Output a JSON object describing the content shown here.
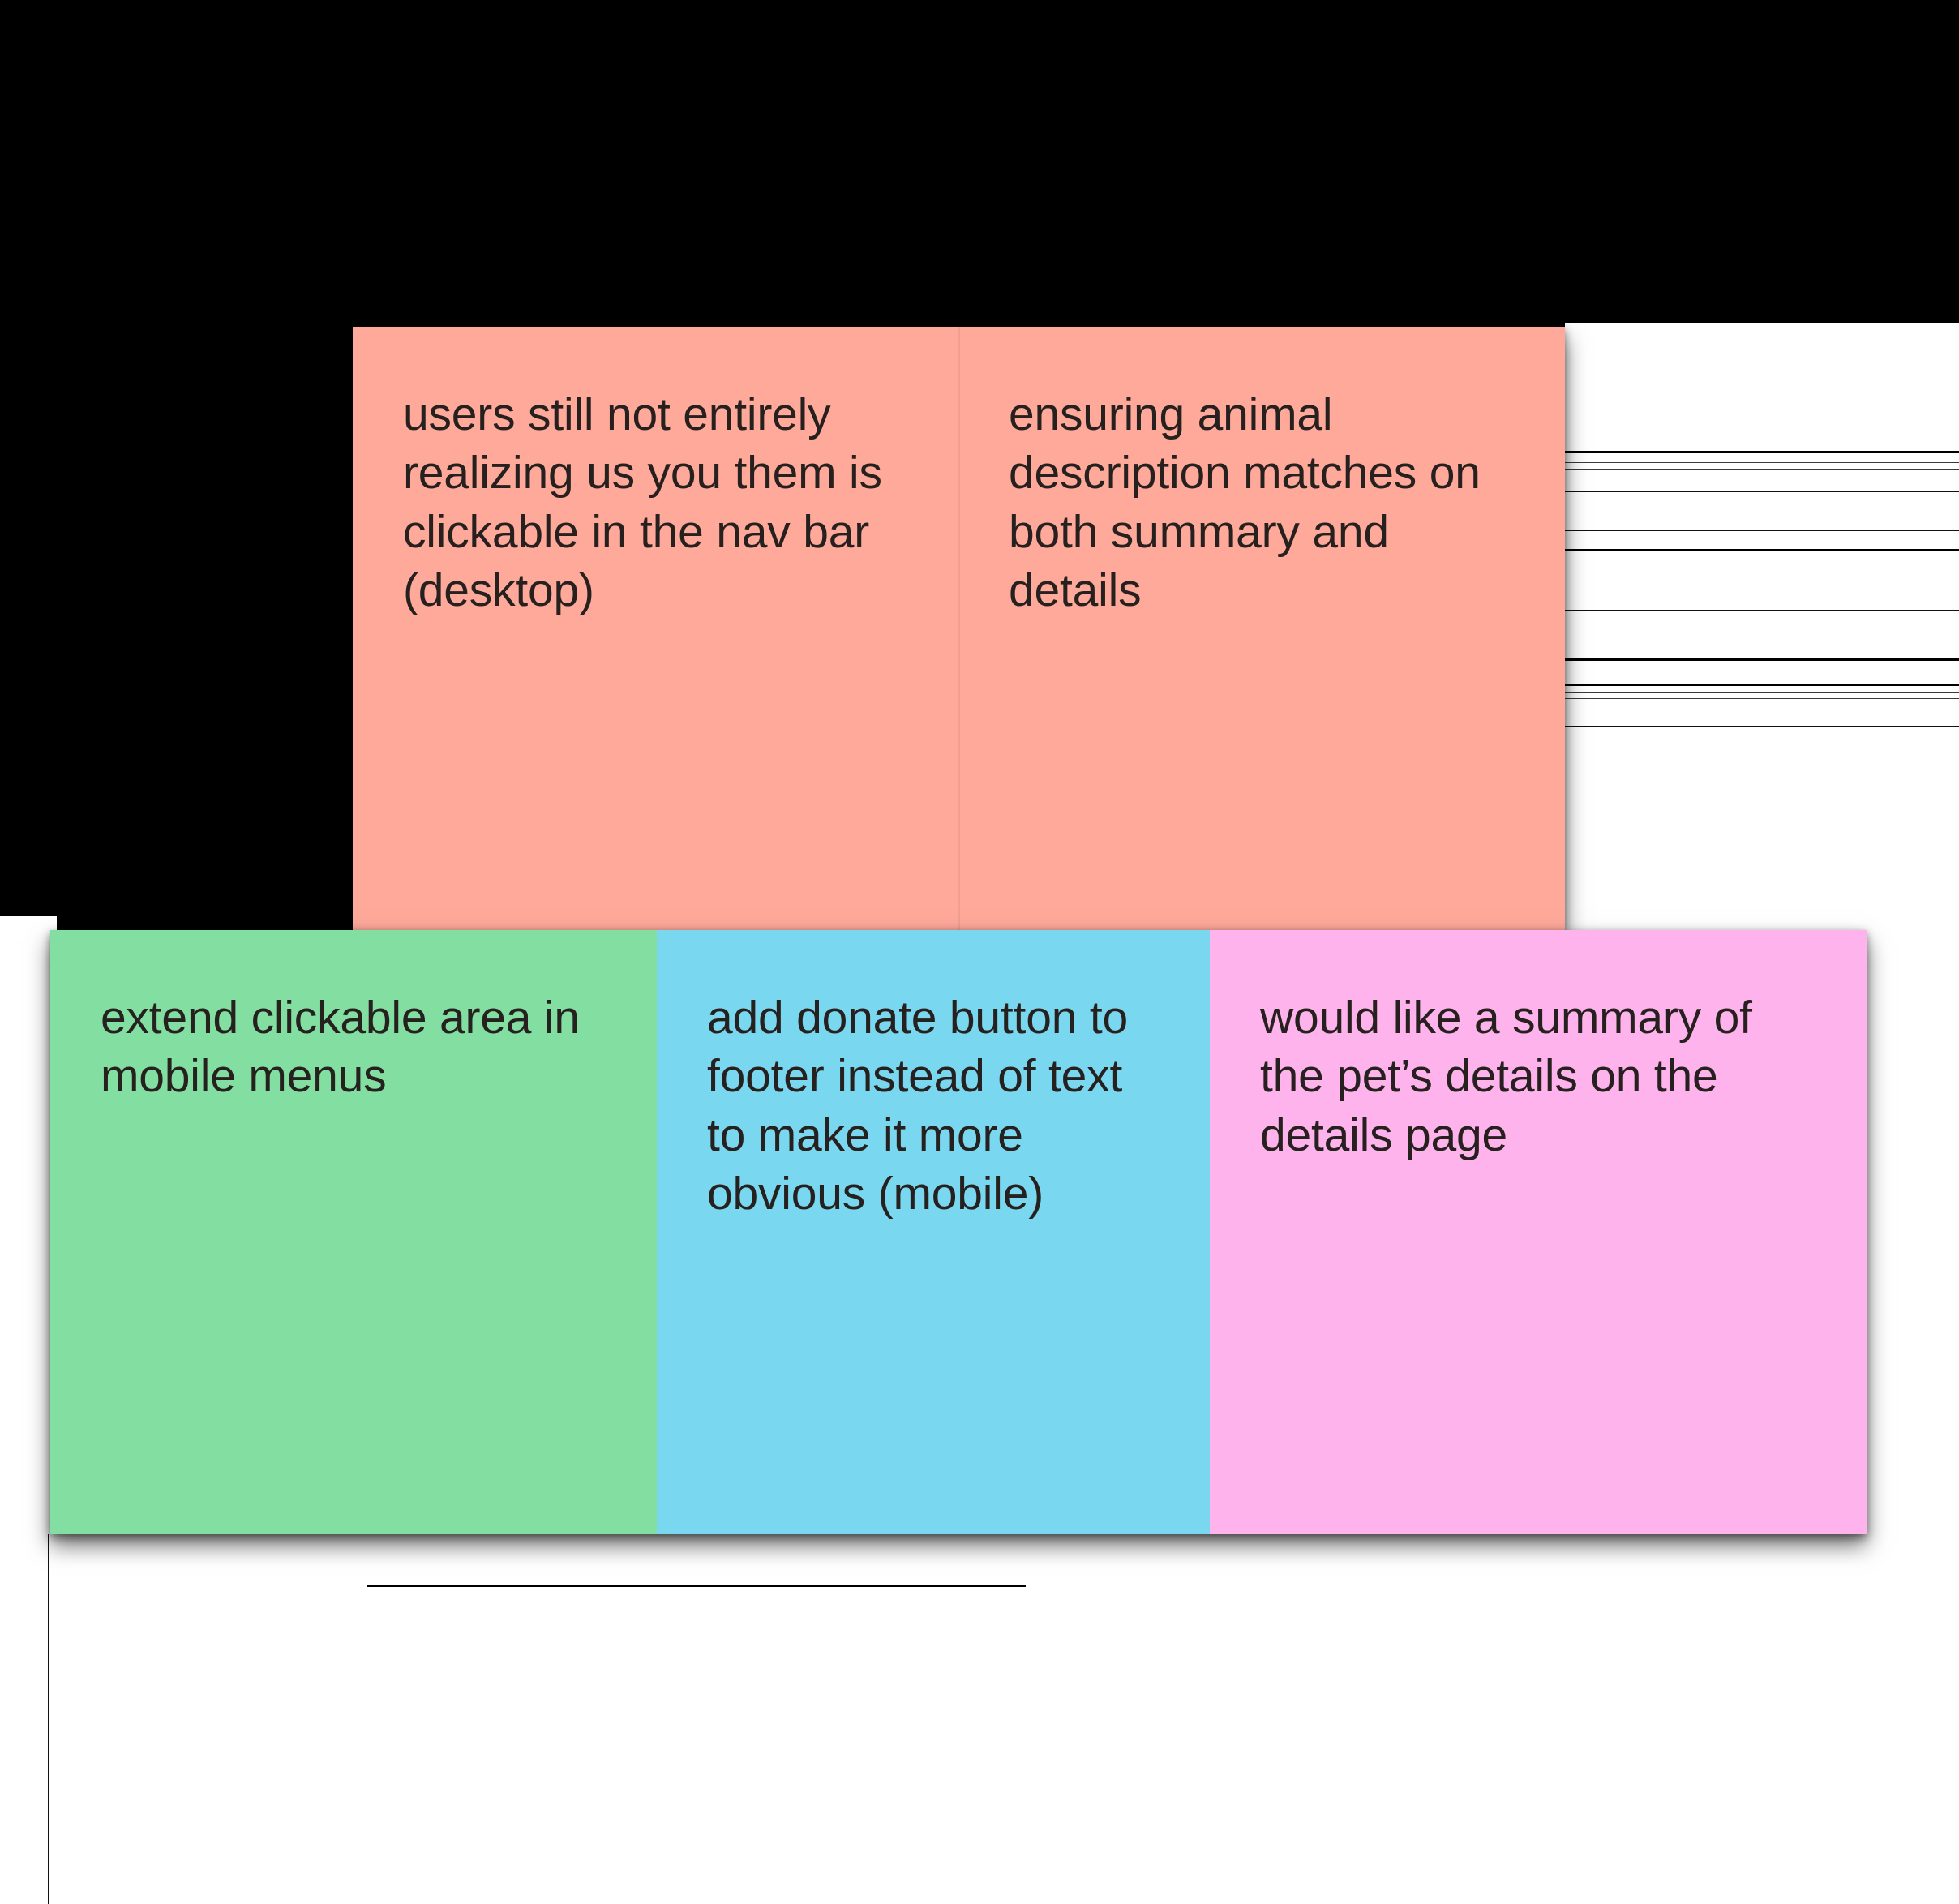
{
  "canvas": {
    "background_color": "#000000",
    "sheet_color": "#ffffff"
  },
  "board": {
    "rows": [
      {
        "id": "row-top",
        "notes": [
          {
            "id": "note-users",
            "color": "#ffa99b",
            "text": "users still not entirely realizing us you them is clickable in the nav bar (desktop)"
          },
          {
            "id": "note-ensuring",
            "color": "#ffa99b",
            "text": "ensuring animal description matches on both summary and details"
          }
        ]
      },
      {
        "id": "row-bottom",
        "notes": [
          {
            "id": "note-extend",
            "color": "#82dfa1",
            "text": "extend clickable area in mobile menus"
          },
          {
            "id": "note-donate",
            "color": "#7ad7f0",
            "text": "add donate button to footer instead of text to make it more obvious (mobile)"
          },
          {
            "id": "note-summary",
            "color": "#ffb3ec",
            "text": "would like a summary of the pet’s details on the details page"
          }
        ]
      }
    ]
  },
  "background_rules": {
    "description": "faint ruled lines of an underlying document visible to the right of the sticky notes",
    "horizontal_line_y": [
      558,
      572,
      605,
      653,
      677,
      752,
      812,
      843,
      853,
      895
    ],
    "vertical_line_x": [
      59
    ]
  }
}
